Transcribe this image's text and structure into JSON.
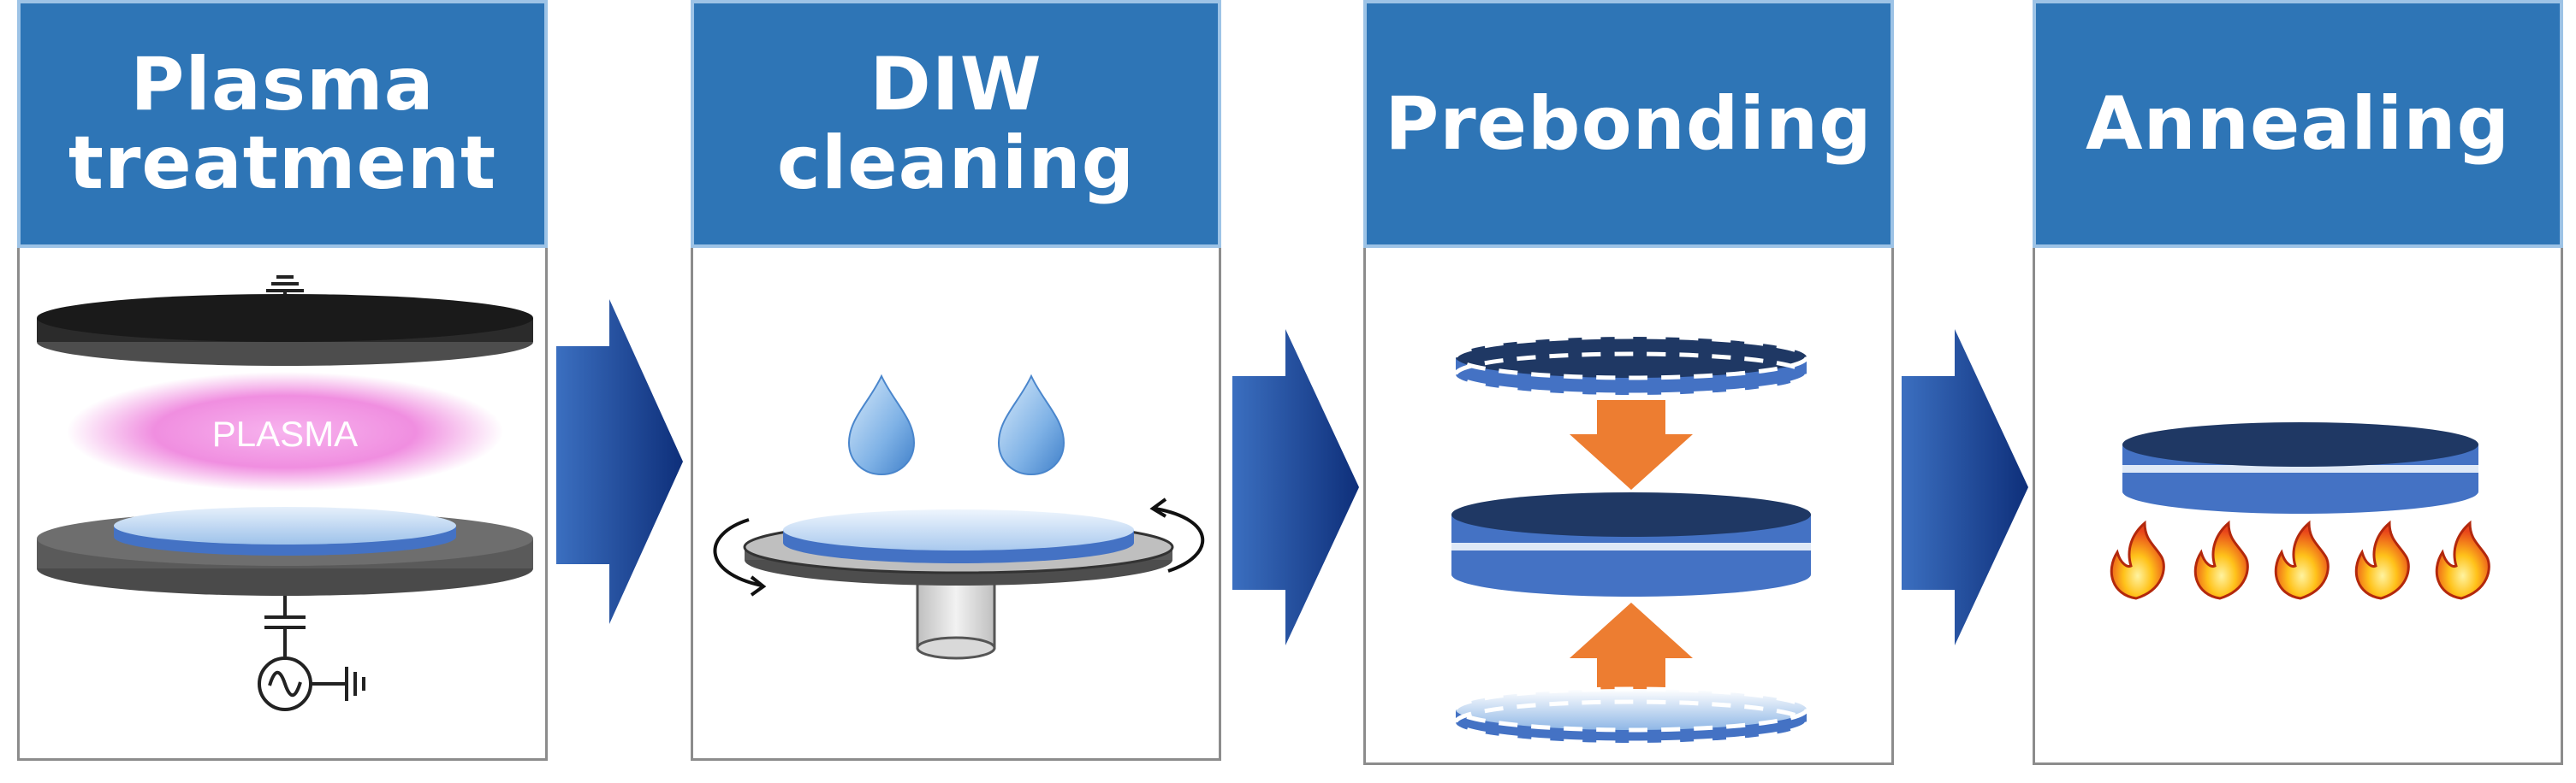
{
  "stages": [
    {
      "title": "Plasma\ntreatment",
      "chamber_label": "PLASMA"
    },
    {
      "title": "DIW cleaning"
    },
    {
      "title": "Prebonding"
    },
    {
      "title": "Annealing"
    }
  ],
  "colors": {
    "header_fill": "#2e75b6",
    "header_border": "#9dc3e6",
    "flow_arrow": "#1f4e96",
    "wafer_dark": "#1f3864",
    "wafer_blue": "#4472c4",
    "plasma_pink": "#f08ee0",
    "press_arrow": "#ed7d31",
    "flame": "#e8541a"
  },
  "icons": [
    "ground-icon",
    "capacitor-icon",
    "ac-source-icon",
    "water-drop-icon",
    "rotation-arrow-icon",
    "press-arrow-icon",
    "flame-icon"
  ]
}
